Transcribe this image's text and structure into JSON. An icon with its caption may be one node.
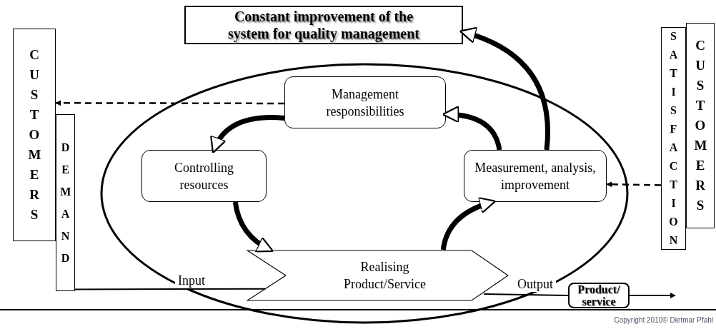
{
  "diagram": {
    "nodes": [
      {
        "text": [
          "Constant improvement of the system for quality management"
        ]
      },
      {
        "text": [],
        "shape": "ellipse"
      },
      {
        "text": [
          "CUSTOMERS"
        ]
      },
      {
        "text": [
          "DEMAND"
        ]
      },
      {
        "text": [
          "Management responsibilities"
        ],
        "in": 1
      },
      {
        "text": [
          "Controlling resources"
        ],
        "in": 1
      },
      {
        "text": [
          "Measurement, analysis, improvement"
        ],
        "in": 1
      },
      {
        "text": [
          "Realising Product/Service"
        ],
        "in": 1
      },
      {
        "text": [
          "SATISFACTION"
        ]
      },
      {
        "text": [
          "CUSTOMERS"
        ]
      },
      {
        "text": [
          "Product/ service"
        ]
      }
    ],
    "edges": [
      {
        "from": 4,
        "to": 2,
        "arrow": "to",
        "style": "dashed"
      },
      {
        "from": 8,
        "to": 6,
        "arrow": "to",
        "style": "dashed"
      },
      {
        "from": 4,
        "to": 5,
        "arrow": "to",
        "style": "thick"
      },
      {
        "from": 5,
        "to": 7,
        "arrow": "to",
        "style": "thick"
      },
      {
        "from": 7,
        "to": 6,
        "arrow": "to",
        "style": "thick"
      },
      {
        "from": 6,
        "to": 4,
        "arrow": "to",
        "style": "thick"
      },
      {
        "from": 6,
        "to": 0,
        "arrow": "to",
        "style": "thick"
      },
      {
        "from": 3,
        "to": 7,
        "arrow": "none",
        "label": "Input"
      },
      {
        "from": 7,
        "to": 10,
        "arrow": "none",
        "label": "Output"
      },
      {
        "from": 10,
        "to": null,
        "arrow": "to"
      }
    ],
    "labels": [
      "Copyright 2010© Dietmar Pfahl"
    ]
  }
}
